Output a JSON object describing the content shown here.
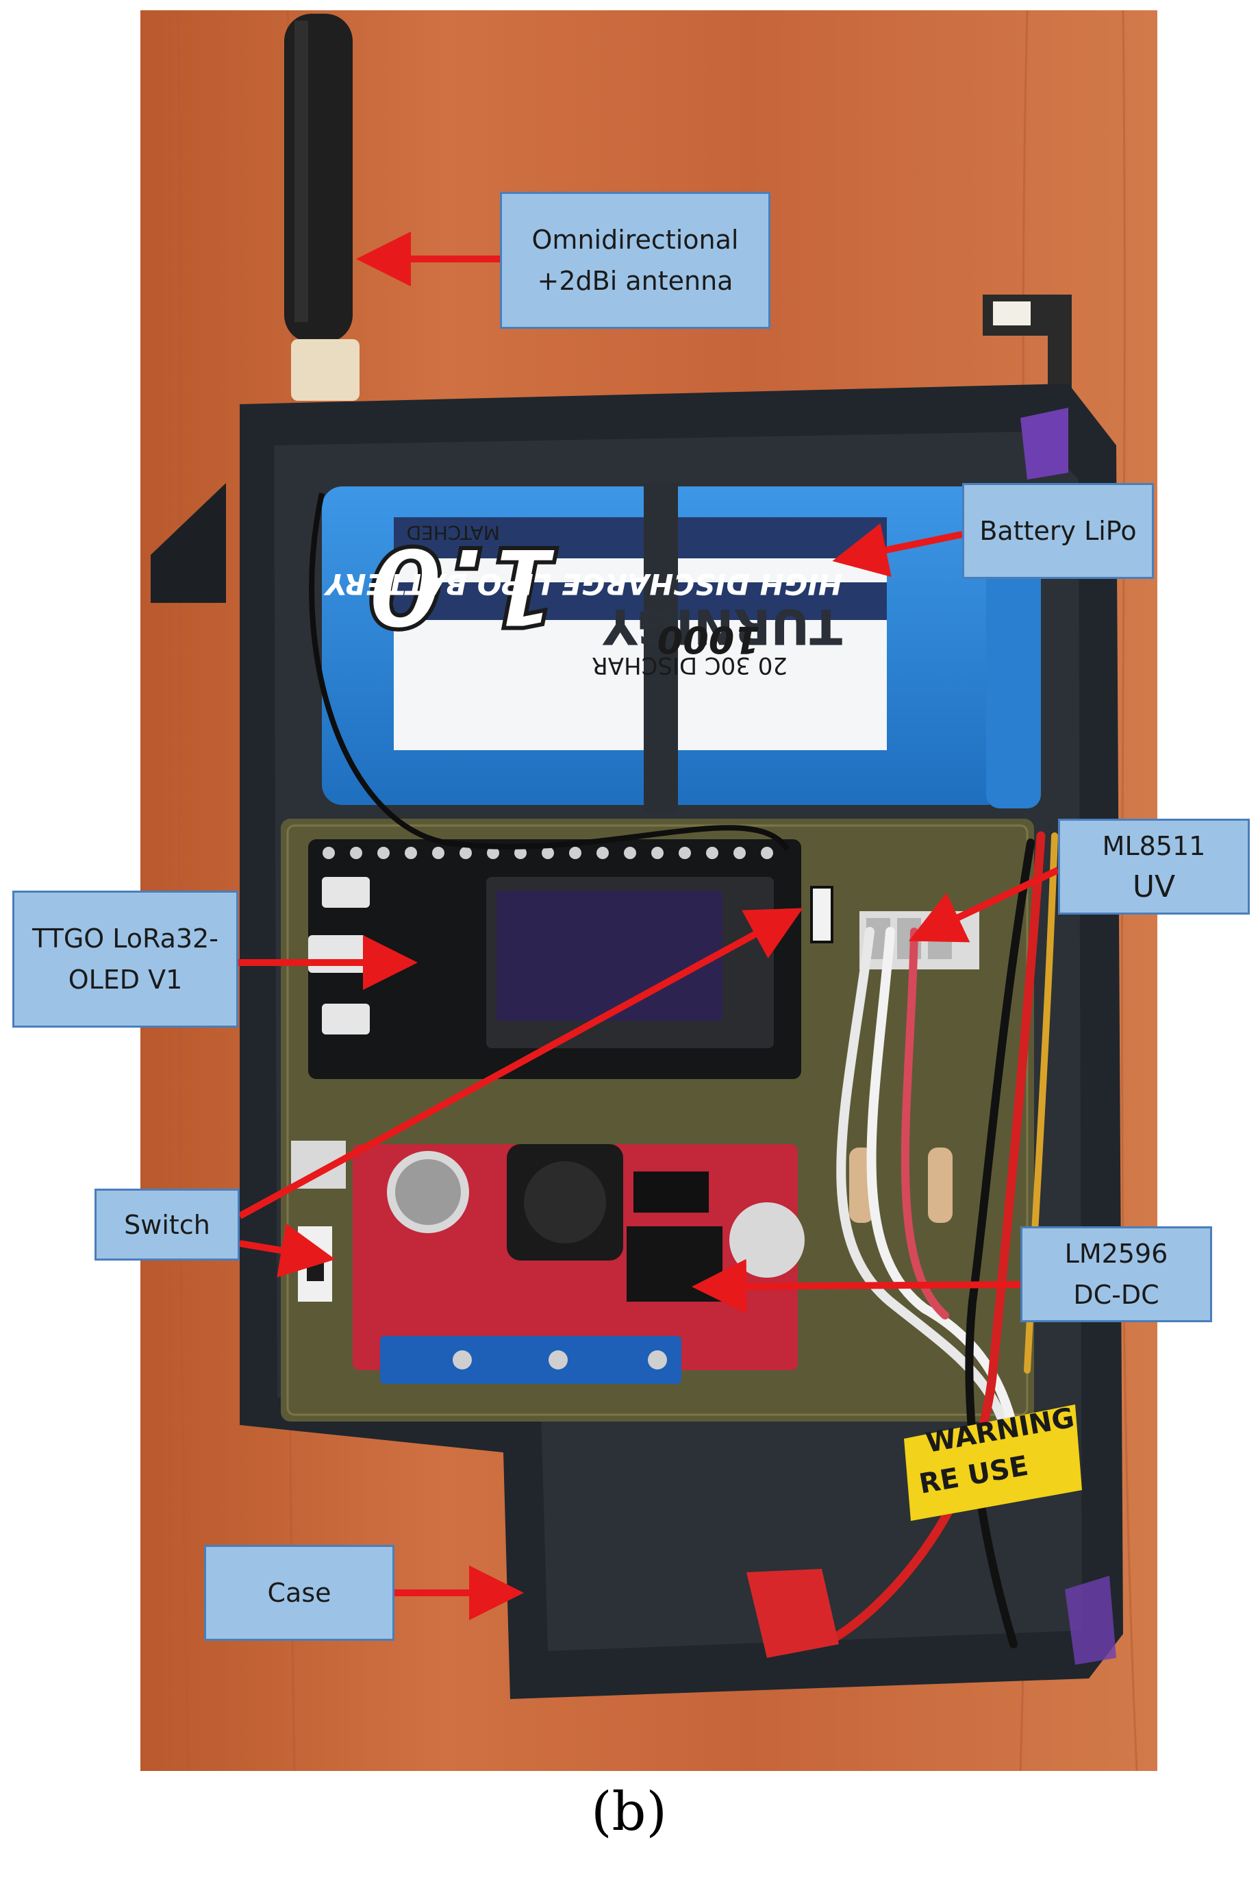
{
  "callouts": {
    "antenna": {
      "line1": "Omnidirectional",
      "line2": "+2dBi antenna"
    },
    "battery": {
      "line1": "Battery LiPo"
    },
    "uv_sensor": {
      "line1": "ML8511",
      "line2": "UV"
    },
    "board": {
      "line1": "TTGO LoRa32-",
      "line2": "OLED V1"
    },
    "switch": {
      "line1": "Switch"
    },
    "converter": {
      "line1": "LM2596",
      "line2": "DC-DC"
    },
    "case": {
      "line1": "Case"
    }
  },
  "battery_label": {
    "brand": "TURNIGY",
    "model": "1.0",
    "capacity": "1000",
    "discharge": "20 30C DISCHAR",
    "type": "HIGH DISCHARGE LIPO BATTERY",
    "matched": "MATCHED"
  },
  "warning_label": {
    "line1": "WARNING",
    "line2": "RE USE"
  },
  "caption": "(b)",
  "colors": {
    "wood": "#c96a3a",
    "case": "#22282e",
    "battery": "#2f86d6",
    "pcb": "#5c5a36",
    "converter": "#c2273a",
    "callout_fill": "#9cc3e6",
    "callout_border": "#4a7ebb",
    "arrow": "#e8191b"
  }
}
